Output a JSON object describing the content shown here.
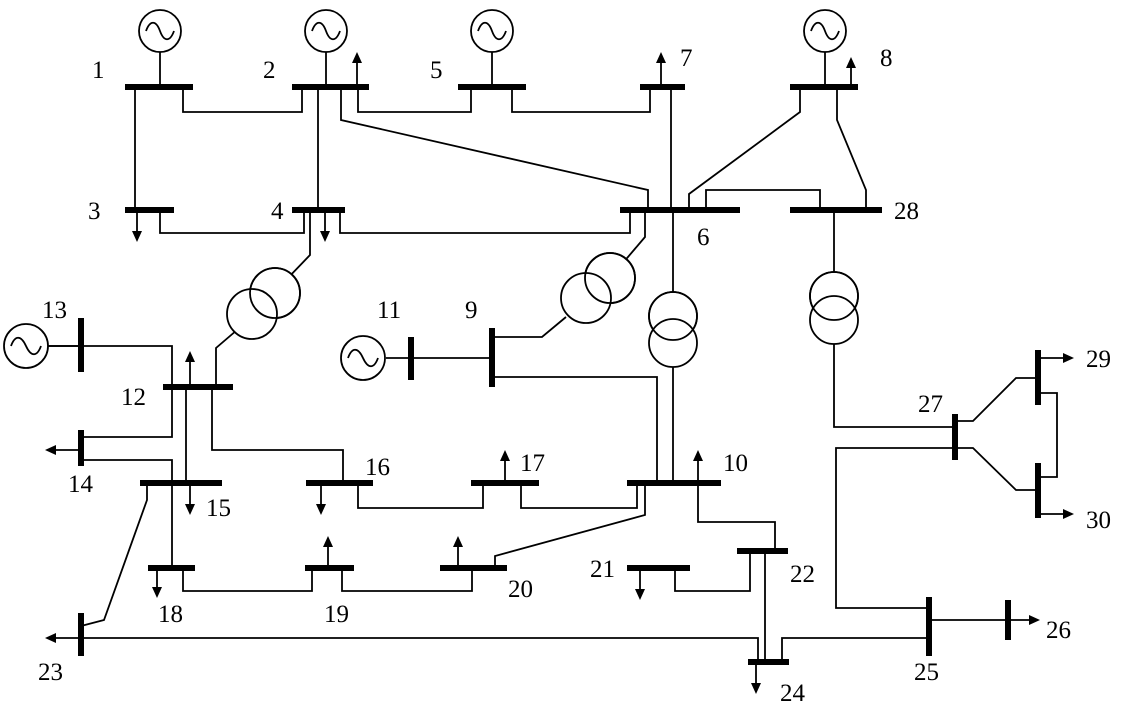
{
  "diagram": {
    "type": "single-line power system network diagram",
    "bus_labels": {
      "b1": "1",
      "b2": "2",
      "b3": "3",
      "b4": "4",
      "b5": "5",
      "b6": "6",
      "b7": "7",
      "b8": "8",
      "b9": "9",
      "b10": "10",
      "b11": "11",
      "b12": "12",
      "b13": "13",
      "b14": "14",
      "b15": "15",
      "b16": "16",
      "b17": "17",
      "b18": "18",
      "b19": "19",
      "b20": "20",
      "b21": "21",
      "b22": "22",
      "b23": "23",
      "b24": "24",
      "b25": "25",
      "b26": "26",
      "b27": "27",
      "b28": "28",
      "b29": "29",
      "b30": "30"
    },
    "generators_at_buses": [
      "1",
      "2",
      "5",
      "8",
      "11",
      "13"
    ],
    "loads_at_buses": [
      "2",
      "3",
      "4",
      "7",
      "8",
      "10",
      "12",
      "14",
      "15",
      "16",
      "17",
      "18",
      "19",
      "20",
      "21",
      "23",
      "24",
      "26",
      "29",
      "30"
    ],
    "transformers_between": [
      [
        "4",
        "12"
      ],
      [
        "6",
        "9"
      ],
      [
        "6",
        "10"
      ],
      [
        "28",
        "27"
      ]
    ],
    "colors": {
      "line": "#000000",
      "background": "#ffffff"
    }
  }
}
